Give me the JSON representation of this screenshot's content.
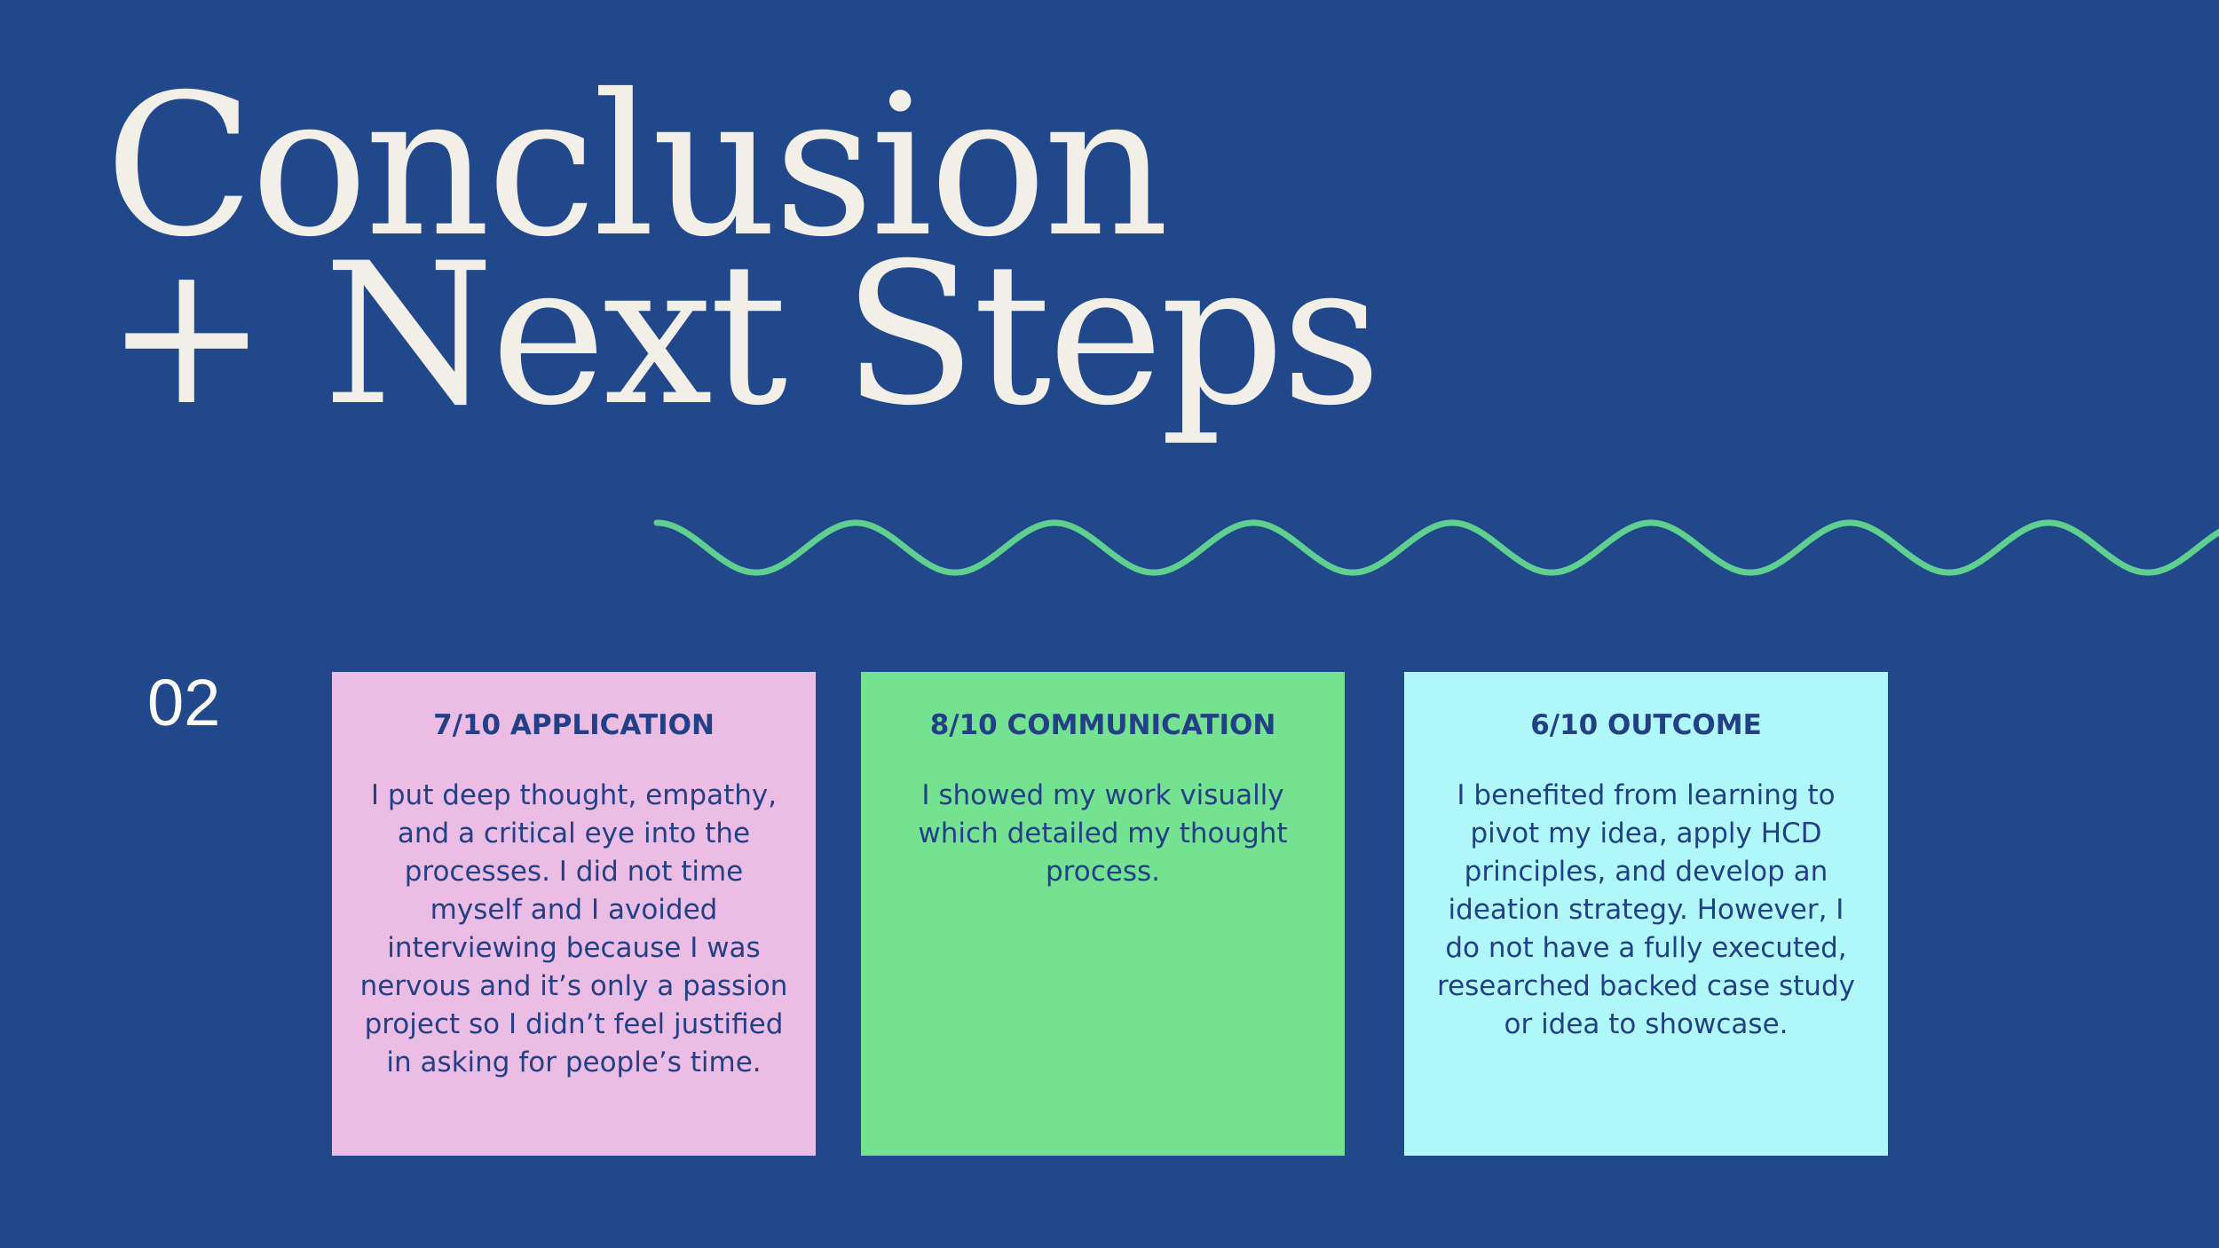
{
  "title": {
    "line1": "Conclusion",
    "line2": "+ Next Steps"
  },
  "section_number": "02",
  "colors": {
    "background": "#21488b",
    "title": "#f1efe8",
    "wave": "#5fd08f",
    "card_text": "#233f86",
    "card_application": "#ecbde4",
    "card_communication": "#74e291",
    "card_outcome": "#b0f7fb"
  },
  "cards": [
    {
      "heading": "7/10 APPLICATION",
      "body": "I put deep thought, empathy, and a critical eye into the processes. I did not time myself and I avoided interviewing because I was nervous and it’s only a passion project so I didn’t feel justified in asking for people’s time."
    },
    {
      "heading": "8/10 COMMUNICATION",
      "body": "I showed my work visually which detailed my thought process."
    },
    {
      "heading": "6/10 OUTCOME",
      "body": "I benefited from learning to pivot my idea, apply HCD principles, and develop an ideation strategy. However, I do not have a fully executed, researched backed case study or idea to showcase."
    }
  ]
}
